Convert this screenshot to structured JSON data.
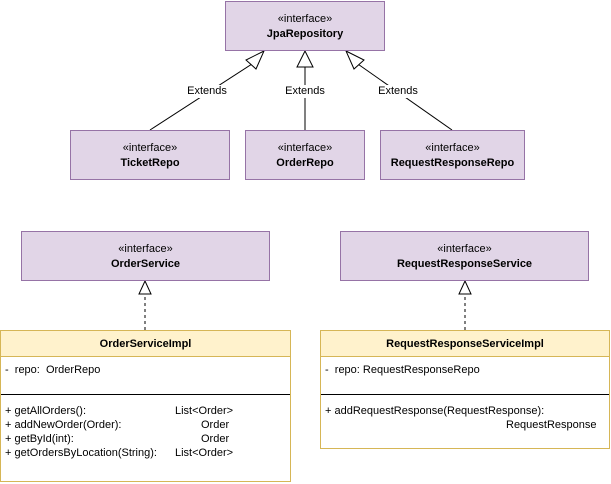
{
  "interfaces": {
    "jpa": {
      "stereotype": "«interface»",
      "name": "JpaRepository"
    },
    "ticket": {
      "stereotype": "«interface»",
      "name": "TicketRepo"
    },
    "order_repo": {
      "stereotype": "«interface»",
      "name": "OrderRepo"
    },
    "reqresp_repo": {
      "stereotype": "«interface»",
      "name": "RequestResponseRepo"
    },
    "order_service": {
      "stereotype": "«interface»",
      "name": "OrderService"
    },
    "reqresp_service": {
      "stereotype": "«interface»",
      "name": "RequestResponseService"
    }
  },
  "edges": {
    "extends_label": "Extends"
  },
  "classes": {
    "order_impl": {
      "name": "OrderServiceImpl",
      "attributes": [
        "-  repo:  OrderRepo"
      ],
      "methods": [
        {
          "sig": "+ getAllOrders():",
          "ret": "List<Order>"
        },
        {
          "sig": "+ addNewOrder(Order):",
          "ret": "Order"
        },
        {
          "sig": "+ getById(int):",
          "ret": "Order"
        },
        {
          "sig": "+ getOrdersByLocation(String):",
          "ret": "List<Order>"
        }
      ]
    },
    "reqresp_impl": {
      "name": "RequestResponseServiceImpl",
      "attributes": [
        "-  repo: RequestResponseRepo"
      ],
      "methods": [
        {
          "sig": "+ addRequestResponse(RequestResponse):",
          "ret": "RequestResponse"
        }
      ]
    }
  },
  "colors": {
    "interface_fill": "#e1d5e7",
    "interface_stroke": "#9673a6",
    "class_header_fill": "#fff2cc",
    "class_stroke": "#d6b656"
  }
}
